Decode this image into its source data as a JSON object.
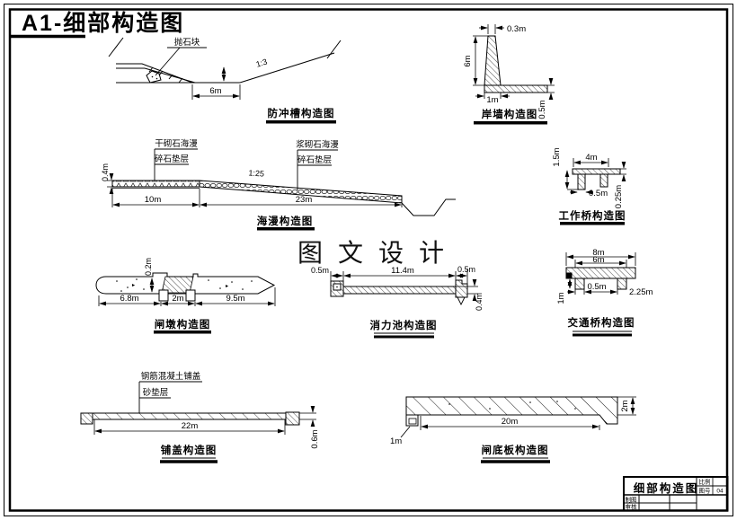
{
  "sheet": {
    "title": "A1-细部构造图",
    "watermark": "图 文 设 计"
  },
  "colors": {
    "title_red": "#dd0000",
    "line_black": "#000000"
  },
  "drawings": {
    "anti_scour_trough": {
      "title": "防冲槽构造图",
      "riprap_label": "抛石块",
      "slope_label": "1:3",
      "dim_width": "6m"
    },
    "bank_wall": {
      "title": "岸墙构造图",
      "dim_top_width": "0.3m",
      "dim_height": "6m",
      "dim_stem_base": "1m",
      "dim_base_thickness": "0.5m"
    },
    "apron": {
      "title": "海漫构造图",
      "label_dry_masonry": "干砌石海漫",
      "label_cushion_left": "碎石垫层",
      "label_mortar_masonry": "浆砌石海漫",
      "label_cushion_right": "碎石垫层",
      "dim_thickness": "0.4m",
      "dim_flat": "10m",
      "dim_slope": "23m",
      "slope_label": "1:25"
    },
    "work_bridge": {
      "title": "工作桥构造图",
      "dim_height": "1.5m",
      "dim_span": "4m",
      "dim_leg": "0.5m",
      "dim_deck": "0.25m"
    },
    "gate_pier": {
      "title": "闸墩构造图",
      "dim_step": "0.2m",
      "dim_left": "6.8m",
      "dim_mid": "2m",
      "dim_right": "9.5m"
    },
    "stilling_basin": {
      "title": "消力池构造图",
      "dim_left": "0.5m",
      "dim_mid": "11.4m",
      "dim_right": "0.5m",
      "dim_thickness": "0.4m"
    },
    "traffic_bridge": {
      "title": "交通桥构造图",
      "dim_top": "8m",
      "dim_inner": "6m",
      "dim_leg": "0.5m",
      "dim_spacing": "2.25m",
      "dim_height": "1m"
    },
    "blanket": {
      "title": "铺盖构造图",
      "label_rc": "钢筋混凝土铺盖",
      "label_sand": "砂垫层",
      "dim_length": "22m",
      "dim_thickness": "0.6m"
    },
    "bottom_slab": {
      "title": "闸底板构造图",
      "dim_length": "20m",
      "dim_notch": "1m",
      "dim_thickness": "2m"
    }
  },
  "title_block": {
    "name": "细部构造图",
    "scale_label": "比例",
    "no_label": "图号",
    "no_value": "04",
    "draw_label": "制图",
    "check_label": "审核"
  }
}
